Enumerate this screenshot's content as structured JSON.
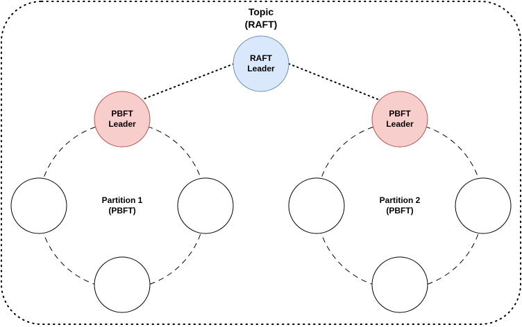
{
  "topic": {
    "title_line1": "Topic",
    "title_line2": "(RAFT)"
  },
  "raft_leader": {
    "line1": "RAFT",
    "line2": "Leader",
    "fill": "#dae8fc",
    "stroke": "#6c8ebf"
  },
  "partitions": [
    {
      "label_line1": "Partition 1",
      "label_line2": "(PBFT)",
      "leader": {
        "line1": "PBFT",
        "line2": "Leader",
        "fill": "#f8cecc",
        "stroke": "#b85450"
      }
    },
    {
      "label_line1": "Partition 2",
      "label_line2": "(PBFT)",
      "leader": {
        "line1": "PBFT",
        "line2": "Leader",
        "fill": "#f8cecc",
        "stroke": "#b85450"
      }
    }
  ],
  "node_fill": "#ffffff",
  "node_stroke": "#000000"
}
